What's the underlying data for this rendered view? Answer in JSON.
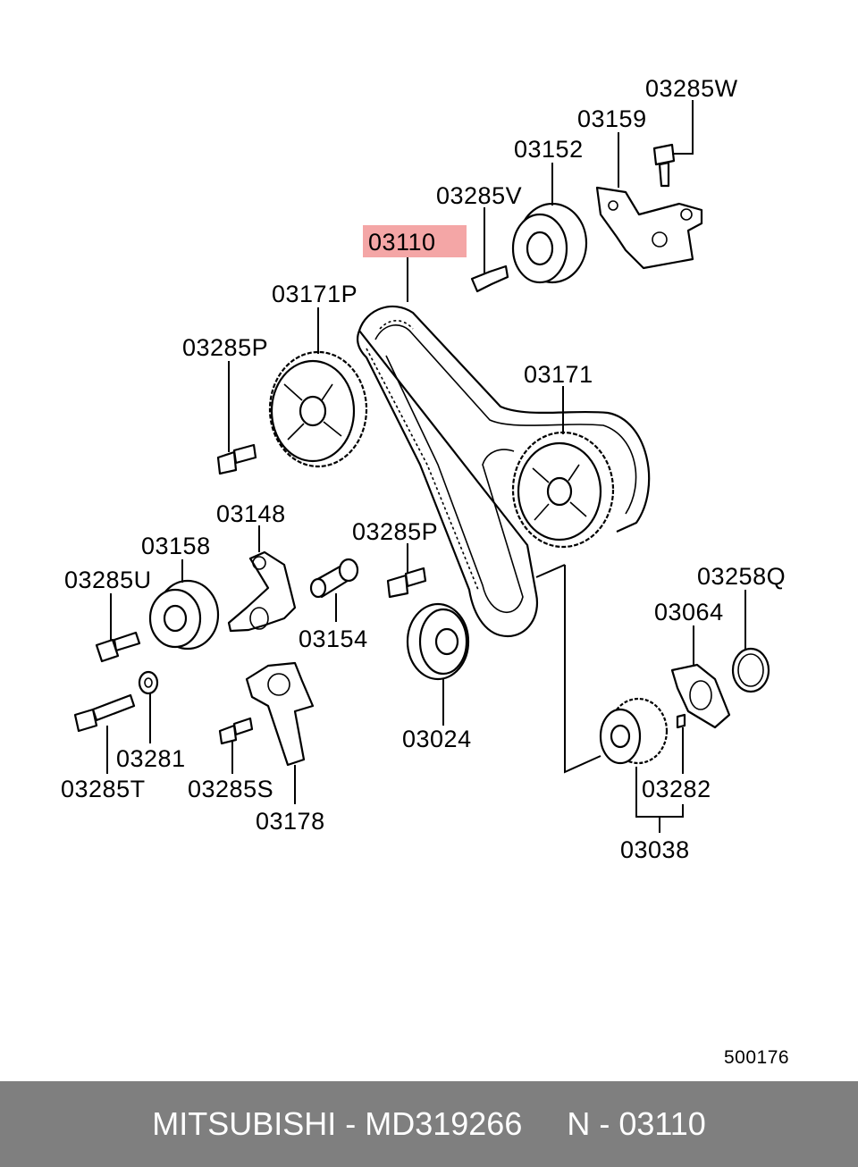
{
  "diagram": {
    "highlight_color": "#f4a6a6",
    "labels": {
      "p03285W": "03285W",
      "p03159": "03159",
      "p03152": "03152",
      "p03285V": "03285V",
      "p03110": "03110",
      "p03171P": "03171P",
      "p03285P_top": "03285P",
      "p03171": "03171",
      "p03148": "03148",
      "p03158": "03158",
      "p03285P_mid": "03285P",
      "p03285U": "03285U",
      "p03258Q": "03258Q",
      "p03064": "03064",
      "p03154": "03154",
      "p03281": "03281",
      "p03024": "03024",
      "p03285T": "03285T",
      "p03285S": "03285S",
      "p03282": "03282",
      "p03178": "03178",
      "p03038": "03038"
    },
    "reference_number": "500176"
  },
  "footer": {
    "text": "MITSUBISHI - MD319266     N - 03110",
    "background": "#7f7f7f"
  }
}
